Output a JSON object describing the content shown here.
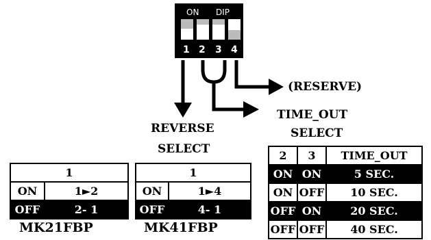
{
  "dip": {
    "top_left": "ON",
    "top_right": "DIP",
    "switch_numbers": [
      "1",
      "2",
      "3",
      "4"
    ]
  },
  "labels": {
    "reserve": "(RESERVE)",
    "timeout_line1": "TIME_OUT",
    "timeout_line2": "SELECT",
    "reverse_line1": "REVERSE",
    "reverse_line2": "SELECT"
  },
  "table_mk21": {
    "header": "1",
    "rows": [
      {
        "state": "ON",
        "value": "1►2",
        "inverted": false
      },
      {
        "state": "OFF",
        "value": "2- 1",
        "inverted": true
      }
    ],
    "model": "MK21FBP"
  },
  "table_mk41": {
    "header": "1",
    "rows": [
      {
        "state": "ON",
        "value": "1►4",
        "inverted": false
      },
      {
        "state": "OFF",
        "value": "4- 1",
        "inverted": true
      }
    ],
    "model": "MK41FBP"
  },
  "table_timeout": {
    "headers": [
      "2",
      "3",
      "TIME_OUT"
    ],
    "rows": [
      {
        "s2": "ON",
        "s3": "ON",
        "time": "5 SEC.",
        "inverted": true
      },
      {
        "s2": "ON",
        "s3": "OFF",
        "time": "10 SEC.",
        "inverted": false
      },
      {
        "s2": "OFF",
        "s3": "ON",
        "time": "20 SEC.",
        "inverted": true
      },
      {
        "s2": "OFF",
        "s3": "OFF",
        "time": "40 SEC.",
        "inverted": false
      }
    ]
  }
}
